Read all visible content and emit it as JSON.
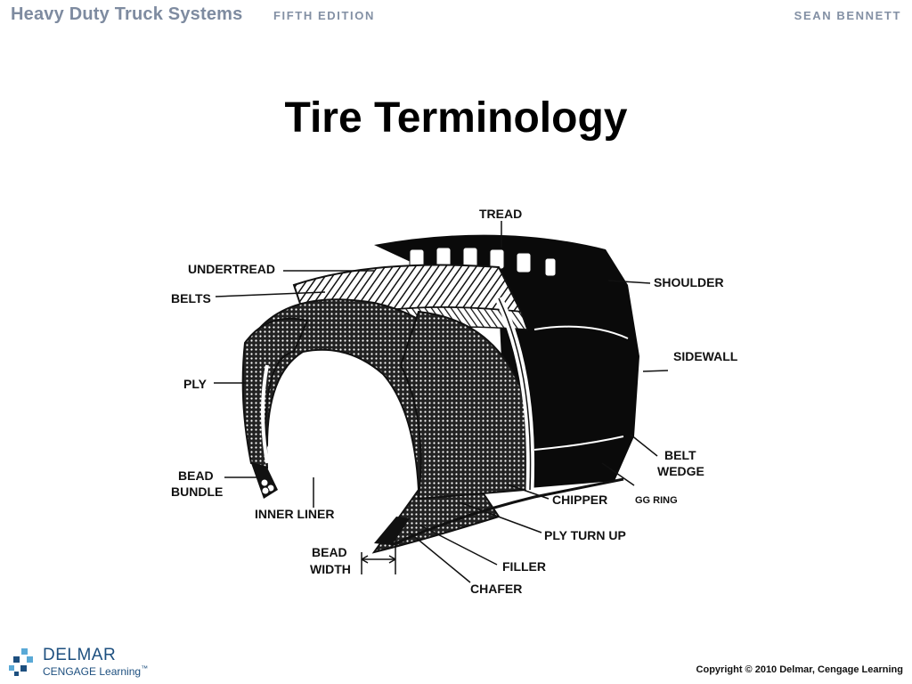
{
  "header": {
    "book_title": "Heavy Duty Truck Systems",
    "edition": "FIFTH EDITION",
    "author": "SEAN BENNETT"
  },
  "slide": {
    "title": "Tire Terminology"
  },
  "diagram": {
    "labels": {
      "tread": "TREAD",
      "undertread": "UNDERTREAD",
      "belts": "BELTS",
      "shoulder": "SHOULDER",
      "sidewall": "SIDEWALL",
      "ply": "PLY",
      "belt_wedge_1": "BELT",
      "belt_wedge_2": "WEDGE",
      "bead_bundle_1": "BEAD",
      "bead_bundle_2": "BUNDLE",
      "chipper": "CHIPPER",
      "gg_ring": "GG RING",
      "inner_liner": "INNER LINER",
      "ply_turn_up": "PLY TURN UP",
      "bead_width_1": "BEAD",
      "bead_width_2": "WIDTH",
      "filler": "FILLER",
      "chafer": "CHAFER"
    }
  },
  "footer": {
    "brand": "DELMAR",
    "brand_sub": "CENGAGE Learning",
    "trademark": "™",
    "copyright": "Copyright © 2010 Delmar, Cengage Learning"
  },
  "colors": {
    "header_text": "#7e8ba0",
    "brand_blue": "#1d4f7f",
    "brand_light_blue": "#5aa9d6"
  }
}
